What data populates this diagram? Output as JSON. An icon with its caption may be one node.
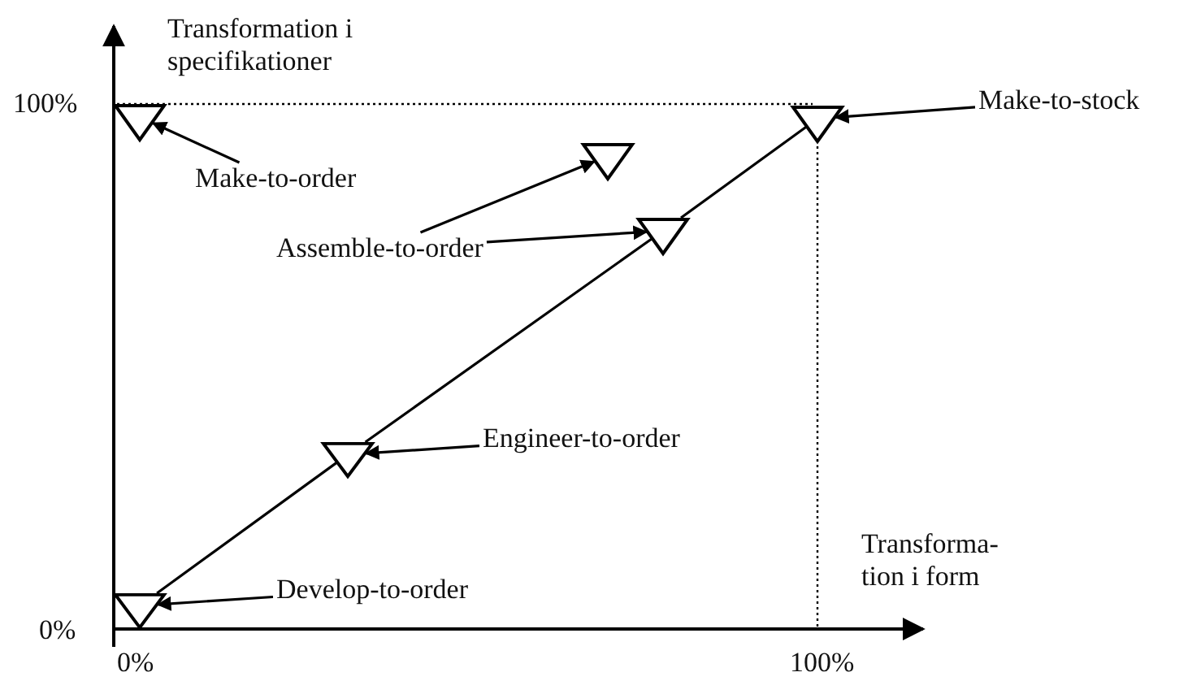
{
  "diagram": {
    "nodes": [
      {
        "text": [],
        "shape": "triangle"
      },
      {
        "text": [],
        "shape": "triangle"
      },
      {
        "text": [],
        "shape": "triangle"
      },
      {
        "text": [],
        "shape": "triangle"
      },
      {
        "text": [],
        "shape": "triangle"
      },
      {
        "text": [],
        "shape": "triangle"
      },
      {
        "text": [
          "Make-to-order"
        ]
      },
      {
        "text": [
          "Assemble-to-order"
        ]
      },
      {
        "text": [
          "Make-to-stock"
        ]
      },
      {
        "text": [
          "Engineer-to-order"
        ]
      },
      {
        "text": [
          "Develop-to-order"
        ]
      }
    ],
    "edges": [
      {
        "from": 6,
        "to": 5,
        "arrow": "to"
      },
      {
        "from": 7,
        "to": 2,
        "arrow": "to"
      },
      {
        "from": 7,
        "to": 3,
        "arrow": "to"
      },
      {
        "from": 8,
        "to": 4,
        "arrow": "to"
      },
      {
        "from": 9,
        "to": 1,
        "arrow": "to"
      },
      {
        "from": 10,
        "to": 0,
        "arrow": "to"
      },
      {
        "from": 0,
        "to": 1,
        "arrow": "none"
      },
      {
        "from": 1,
        "to": 3,
        "arrow": "none"
      },
      {
        "from": 3,
        "to": 4,
        "arrow": "none"
      }
    ],
    "labels": [
      "Transformation i specifikationer",
      "100%",
      "Transforma- tion i form",
      "0%",
      "0%",
      "100%"
    ]
  }
}
